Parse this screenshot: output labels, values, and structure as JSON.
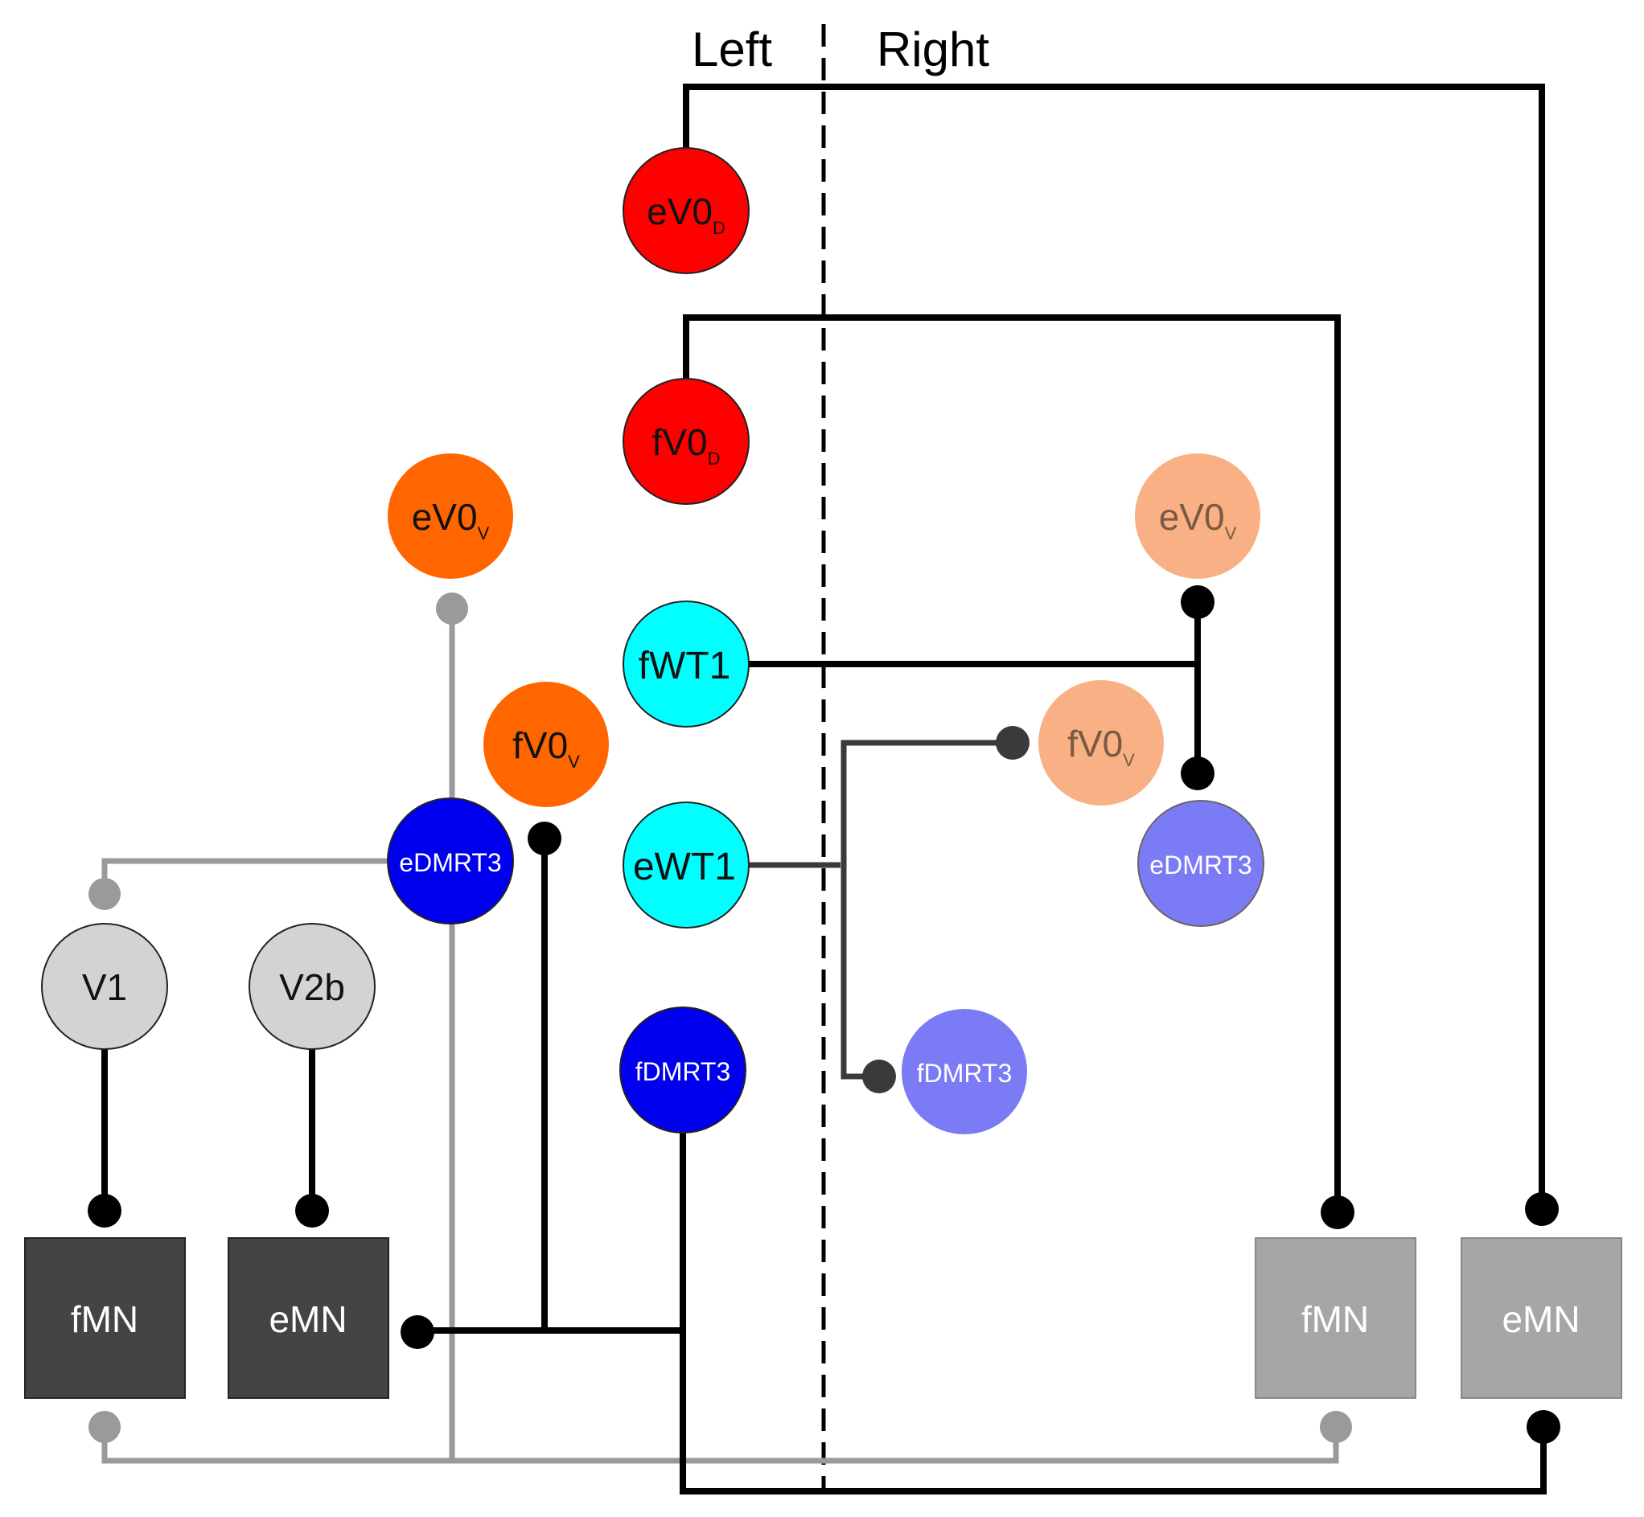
{
  "labels": {
    "left": "Left",
    "right": "Right"
  },
  "neurons": {
    "eV0D_left": {
      "main": "eV0",
      "sub": "D",
      "fill": "#ff0000",
      "text": "#111111"
    },
    "fV0D_left": {
      "main": "fV0",
      "sub": "D",
      "fill": "#ff0000",
      "text": "#111111"
    },
    "eV0V_left": {
      "main": "eV0",
      "sub": "V",
      "fill": "#ff6600",
      "text": "#111111"
    },
    "fV0V_left": {
      "main": "fV0",
      "sub": "V",
      "fill": "#ff6600",
      "text": "#111111"
    },
    "fWT1": {
      "main": "fWT1",
      "sub": "",
      "fill": "#00ffff",
      "text": "#111111"
    },
    "eWT1": {
      "main": "eWT1",
      "sub": "",
      "fill": "#00ffff",
      "text": "#111111"
    },
    "eDMRT3_left": {
      "main": "eDMRT3",
      "sub": "",
      "fill": "#0000ee",
      "text": "#ffffff"
    },
    "fDMRT3_left": {
      "main": "fDMRT3",
      "sub": "",
      "fill": "#0000ee",
      "text": "#ffffff"
    },
    "V1": {
      "main": "V1",
      "sub": "",
      "fill": "#d3d3d3",
      "text": "#111111"
    },
    "V2b": {
      "main": "V2b",
      "sub": "",
      "fill": "#d3d3d3",
      "text": "#111111"
    },
    "eV0V_right": {
      "main": "eV0",
      "sub": "V",
      "fill": "#f8b084",
      "text": "#7a5a45"
    },
    "fV0V_right": {
      "main": "fV0",
      "sub": "V",
      "fill": "#f8b084",
      "text": "#7a5a45"
    },
    "eDMRT3_right": {
      "main": "eDMRT3",
      "sub": "",
      "fill": "#7b7bf5",
      "text": "#ffffff"
    },
    "fDMRT3_right": {
      "main": "fDMRT3",
      "sub": "",
      "fill": "#7b7bf5",
      "text": "#ffffff"
    }
  },
  "motor_pools": {
    "fMN_left": {
      "label": "fMN",
      "fill": "#444444",
      "text": "#ffffff"
    },
    "eMN_left": {
      "label": "eMN",
      "fill": "#444444",
      "text": "#ffffff"
    },
    "fMN_right": {
      "label": "fMN",
      "fill": "#a6a6a6",
      "text": "#ffffff"
    },
    "eMN_right": {
      "label": "eMN",
      "fill": "#a6a6a6",
      "text": "#ffffff"
    }
  },
  "colors": {
    "connection_black": "#000000",
    "connection_dark": "#3a3a3a",
    "connection_grey": "#9a9a9a",
    "midline": "#000000"
  }
}
